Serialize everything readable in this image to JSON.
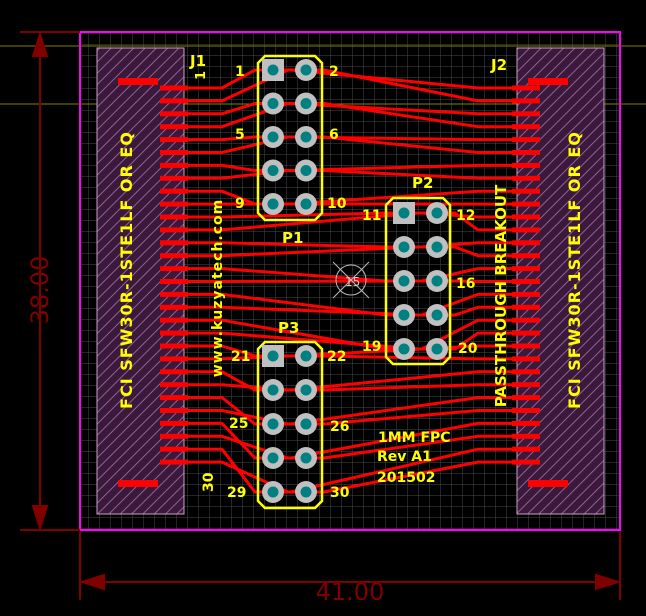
{
  "board": {
    "width_dim": "41.00",
    "height_dim": "38.00"
  },
  "connectors": {
    "j1": {
      "ref": "J1",
      "label": "FCI SFW30R-1STE1LF OR EQ",
      "pin1": "1",
      "pin30": "30"
    },
    "j2": {
      "ref": "J2",
      "label": "FCI SFW30R-1STE1LF OR EQ"
    }
  },
  "headers": {
    "p1": {
      "ref": "P1",
      "pins": [
        "1",
        "2",
        "5",
        "6",
        "9",
        "10"
      ]
    },
    "p2": {
      "ref": "P2",
      "pins": [
        "11",
        "12",
        "16",
        "19",
        "20"
      ]
    },
    "p3": {
      "ref": "P3",
      "pins": [
        "21",
        "22",
        "25",
        "26",
        "29",
        "30"
      ]
    }
  },
  "silkscreen": {
    "website": "www.kuzyatech.com",
    "passthrough": "PASSTHROUGH BREAKOUT",
    "fpc": "1MM FPC",
    "rev": "Rev A1",
    "date": "201502",
    "hole_label": "15"
  },
  "colors": {
    "copper": "#ff0000",
    "silkscreen": "#ffff00",
    "board_outline": "#ff00ff",
    "grid": "#4a4a4a",
    "pad": "#008080",
    "dimension": "#800000",
    "connector_body": "#6e3c6e"
  }
}
